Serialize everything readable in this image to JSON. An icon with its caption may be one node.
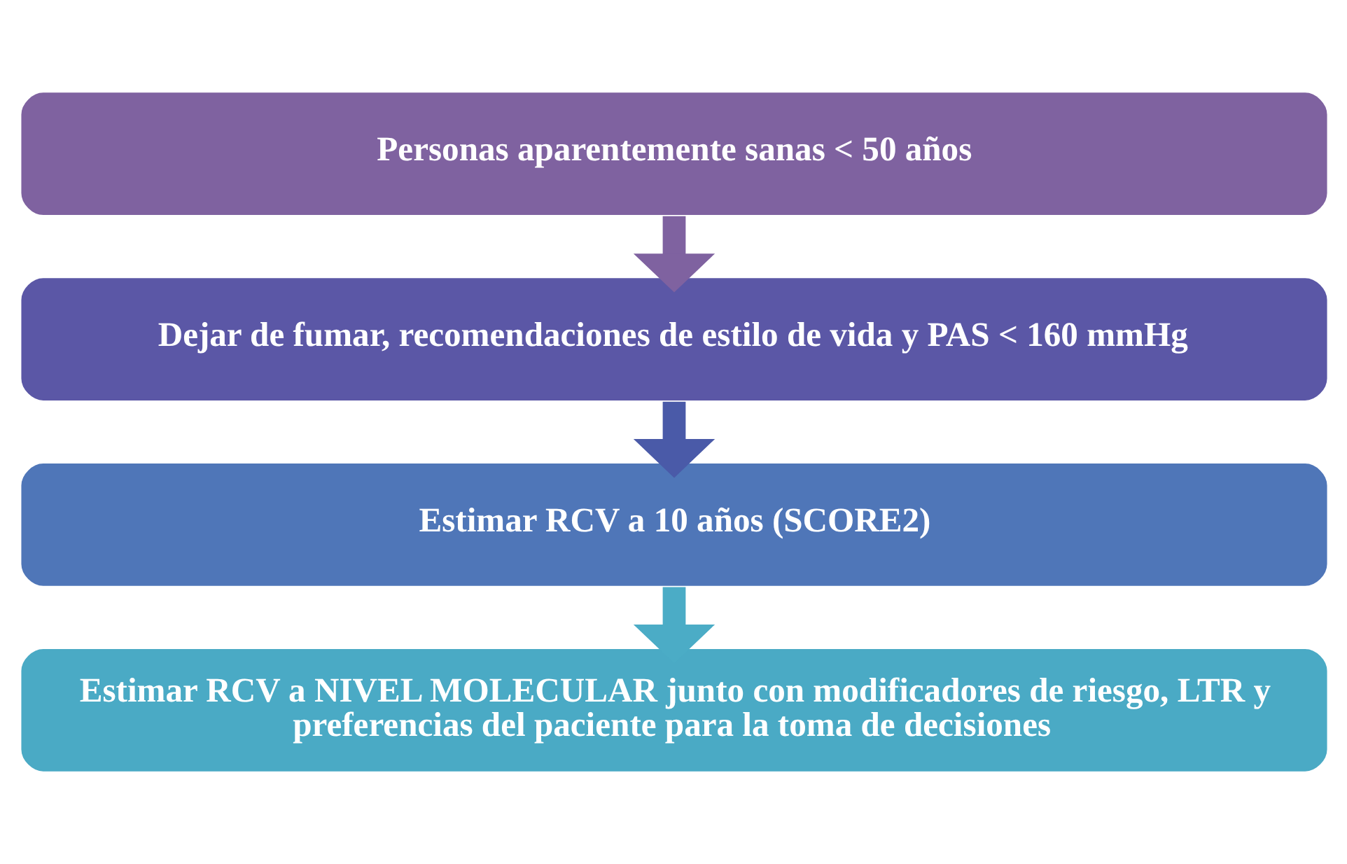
{
  "diagram": {
    "nodes": [
      {
        "text": [
          "Personas aparentemente sanas < 50 años"
        ]
      },
      {
        "text": [
          "Dejar de fumar, recomendaciones de estilo de vida y PAS < 160 mmHg"
        ]
      },
      {
        "text": [
          "Estimar RCV a 10 años (SCORE2)"
        ]
      },
      {
        "text": [
          "Estimar RCV a NIVEL MOLECULAR junto con modificadores de riesgo, LTR y preferencias del paciente para la toma de decisiones"
        ]
      }
    ],
    "edges": [
      {
        "from": 0,
        "to": 1,
        "arrow": "to",
        "color": "#7f62a0"
      },
      {
        "from": 1,
        "to": 2,
        "arrow": "to",
        "color": "#4a5aa8"
      },
      {
        "from": 2,
        "to": 3,
        "arrow": "to",
        "color": "#4bacc6"
      }
    ]
  }
}
